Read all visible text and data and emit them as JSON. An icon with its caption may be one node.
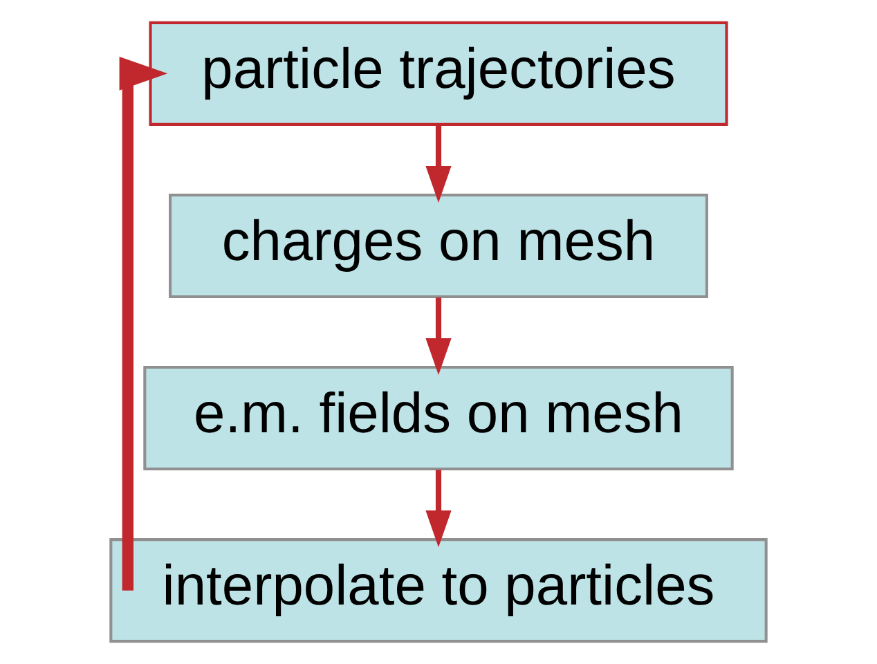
{
  "diagram": {
    "nodes": [
      {
        "text": [
          "particle trajectories"
        ]
      },
      {
        "text": [
          "charges on mesh"
        ]
      },
      {
        "text": [
          "e.m. fields on mesh"
        ]
      },
      {
        "text": [
          "interpolate to particles"
        ]
      }
    ],
    "edges": [
      {
        "from": 0,
        "to": 1,
        "arrow": "to"
      },
      {
        "from": 1,
        "to": 2,
        "arrow": "to"
      },
      {
        "from": 2,
        "to": 3,
        "arrow": "to"
      },
      {
        "from": 3,
        "to": 0,
        "arrow": "to",
        "style": "thick"
      }
    ]
  }
}
